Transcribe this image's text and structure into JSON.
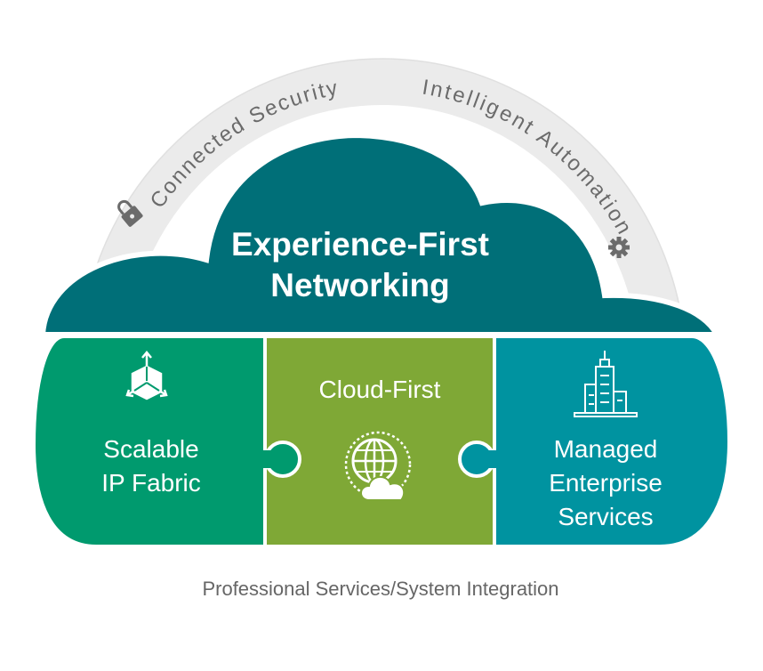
{
  "arch": {
    "left_label": "Connected Security",
    "right_label": "Intelligent Automation",
    "left_icon": "lock-icon",
    "right_icon": "gear-icon"
  },
  "cloud": {
    "title_line1": "Experience-First",
    "title_line2": "Networking"
  },
  "pieces": [
    {
      "lines": [
        "Scalable",
        "IP Fabric"
      ],
      "icon": "cube-arrows-icon",
      "color": "#009a6e"
    },
    {
      "lines": [
        "Cloud-First"
      ],
      "icon": "globe-cloud-icon",
      "color": "#7fa836"
    },
    {
      "lines": [
        "Managed",
        "Enterprise",
        "Services"
      ],
      "icon": "buildings-icon",
      "color": "#0093a0"
    }
  ],
  "caption": "Professional Services/System Integration",
  "colors": {
    "cloud": "#006f78",
    "arch": "#ececec",
    "text_gray": "#666666"
  }
}
